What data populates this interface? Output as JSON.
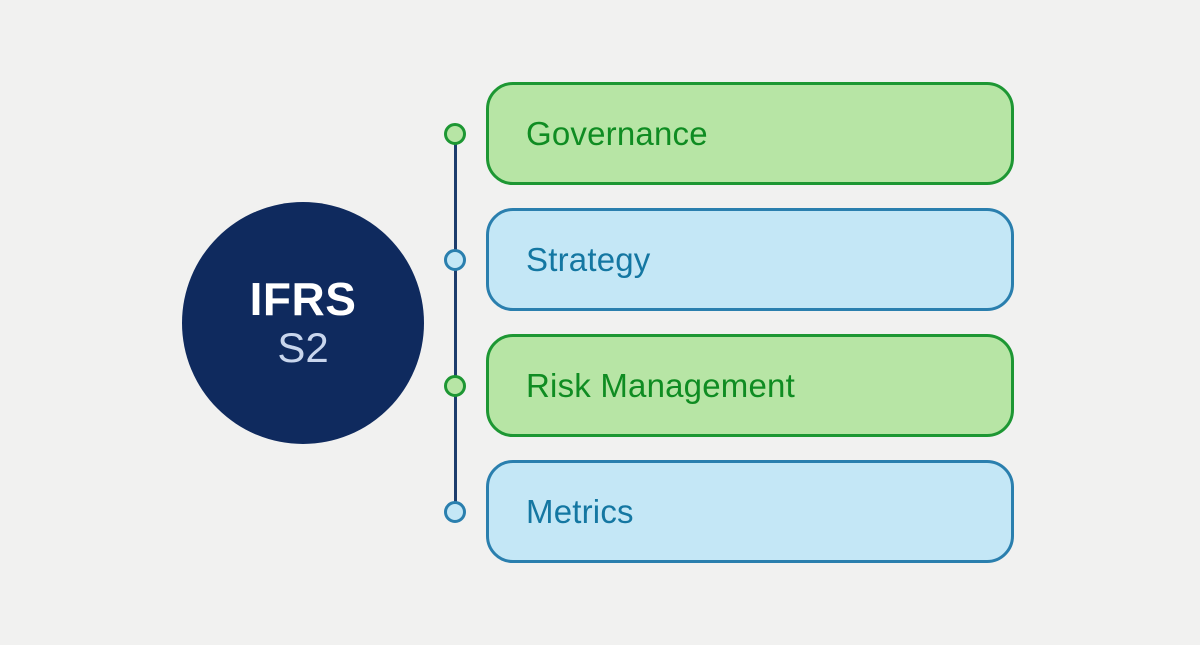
{
  "hub": {
    "line1": "IFRS",
    "line2": "S2"
  },
  "items": [
    {
      "label": "Governance",
      "color_scheme": "green"
    },
    {
      "label": "Strategy",
      "color_scheme": "blue"
    },
    {
      "label": "Risk Management",
      "color_scheme": "green"
    },
    {
      "label": "Metrics",
      "color_scheme": "blue"
    }
  ],
  "colors": {
    "background": "#f1f1f0",
    "hub_fill": "#0f2a5e",
    "hub_text_primary": "#ffffff",
    "hub_text_secondary": "#c9d6ed",
    "green_fill": "#b7e5a5",
    "green_border": "#1d9733",
    "green_text": "#0f8c22",
    "blue_fill": "#c4e7f6",
    "blue_border": "#2a7fae",
    "blue_text": "#1477a2",
    "line": "#1d3d6d"
  }
}
